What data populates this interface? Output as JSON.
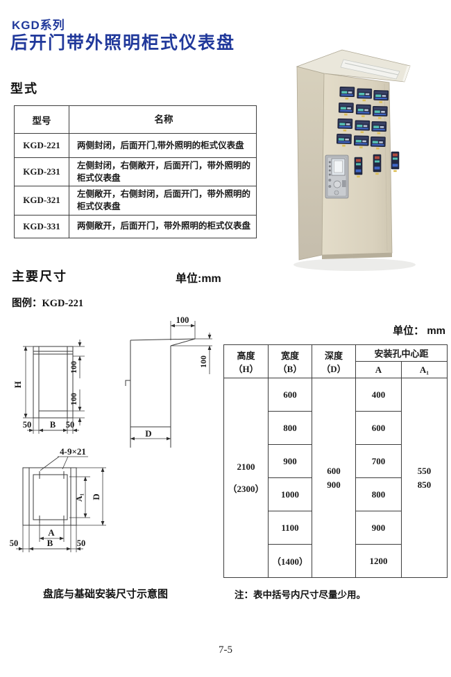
{
  "header": {
    "series": "KGD系列",
    "title": "后开门带外照明柜式仪表盘"
  },
  "type_section": {
    "heading": "型式",
    "table": {
      "col_model": "型号",
      "col_name": "名称",
      "rows": [
        {
          "model": "KGD-221",
          "name": "两侧封闭，后面开门,带外照明的柜式仪表盘"
        },
        {
          "model": "KGD-231",
          "name": "左侧封闭，右侧敞开，后面开门，带外照明的柜式仪表盘"
        },
        {
          "model": "KGD-321",
          "name": "左侧敞开，右侧封闭，后面开门，带外照明的柜式仪表盘"
        },
        {
          "model": "KGD-331",
          "name": "两侧敞开，后面开门，带外照明的柜式仪表盘"
        }
      ]
    }
  },
  "dimensions_section": {
    "heading": "主要尺寸",
    "unit_label": "单位:mm",
    "legend": "图例：KGD-221",
    "caption": "盘底与基础安装尺寸示意图",
    "drawing": {
      "h": "H",
      "b": "B",
      "d": "D",
      "a": "A",
      "a1": "A₁",
      "dim100": "100",
      "dim50": "50",
      "holes": "4-9×21"
    }
  },
  "size_table": {
    "unit_label": "单位： mm",
    "headers": {
      "height": "高度",
      "height_sym": "（H）",
      "width": "宽度",
      "width_sym": "（B）",
      "depth": "深度",
      "depth_sym": "（D）",
      "hole_span": "安装孔中心距",
      "a": "A",
      "a1": "A₁"
    },
    "height_values": [
      "2100",
      "（2300）"
    ],
    "width_values": [
      "600",
      "800",
      "900",
      "1000",
      "1100",
      "（1400）"
    ],
    "depth_values": [
      "600",
      "900"
    ],
    "a_values": [
      "400",
      "600",
      "700",
      "800",
      "900",
      "1200"
    ],
    "a1_values": [
      "550",
      "850"
    ],
    "note": "注：表中括号内尺寸尽量少用。"
  },
  "footer": {
    "page_number": "7-5"
  },
  "colors": {
    "accent_blue": "#21399b",
    "cabinet_beige": "#ddd5c1"
  }
}
